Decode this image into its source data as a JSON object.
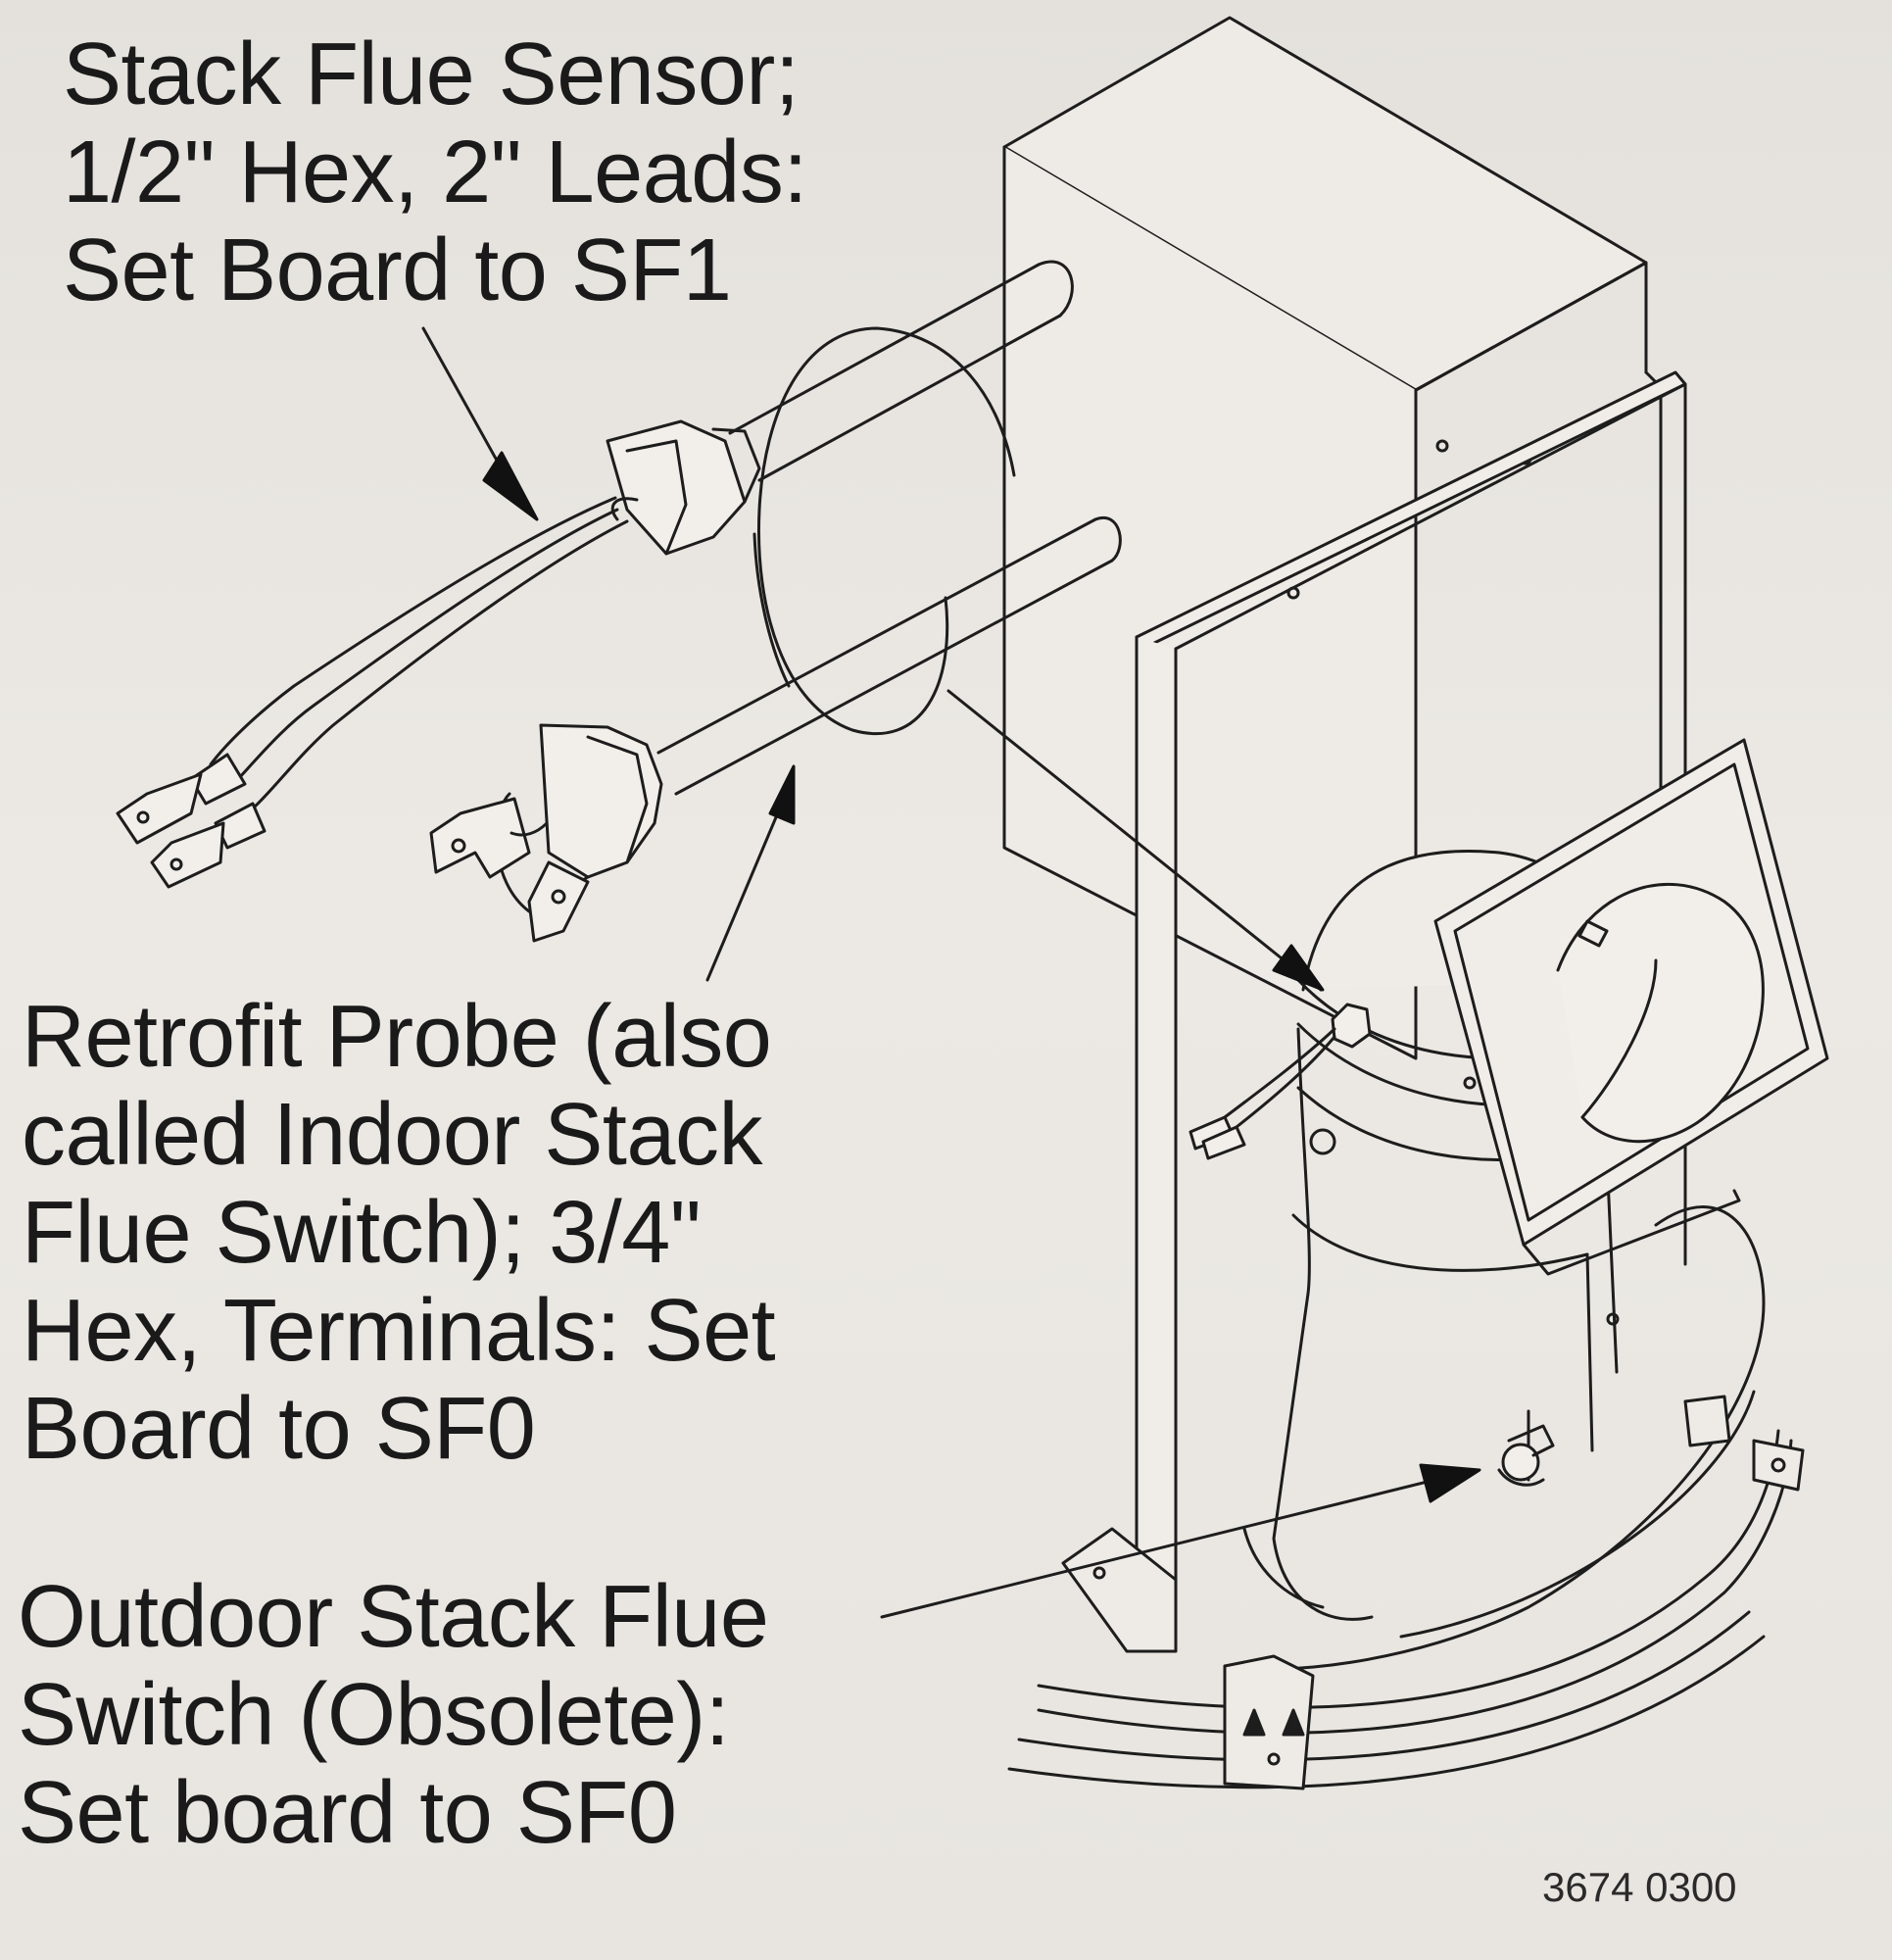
{
  "labels": {
    "stack_flue_sensor": [
      "Stack Flue Sensor;",
      "1/2\" Hex, 2\" Leads:",
      "Set Board to SF1"
    ],
    "retrofit_probe": [
      "Retrofit Probe (also",
      "called Indoor Stack",
      "Flue Switch); 3/4\"",
      "Hex, Terminals: Set",
      "Board to SF0"
    ],
    "outdoor_switch": [
      "Outdoor Stack Flue",
      "Switch (Obsolete):",
      "Set board to SF0"
    ]
  },
  "part_number": "3674 0300",
  "colors": {
    "paper": "#e9e6e1",
    "ink": "#1a1a1a"
  }
}
